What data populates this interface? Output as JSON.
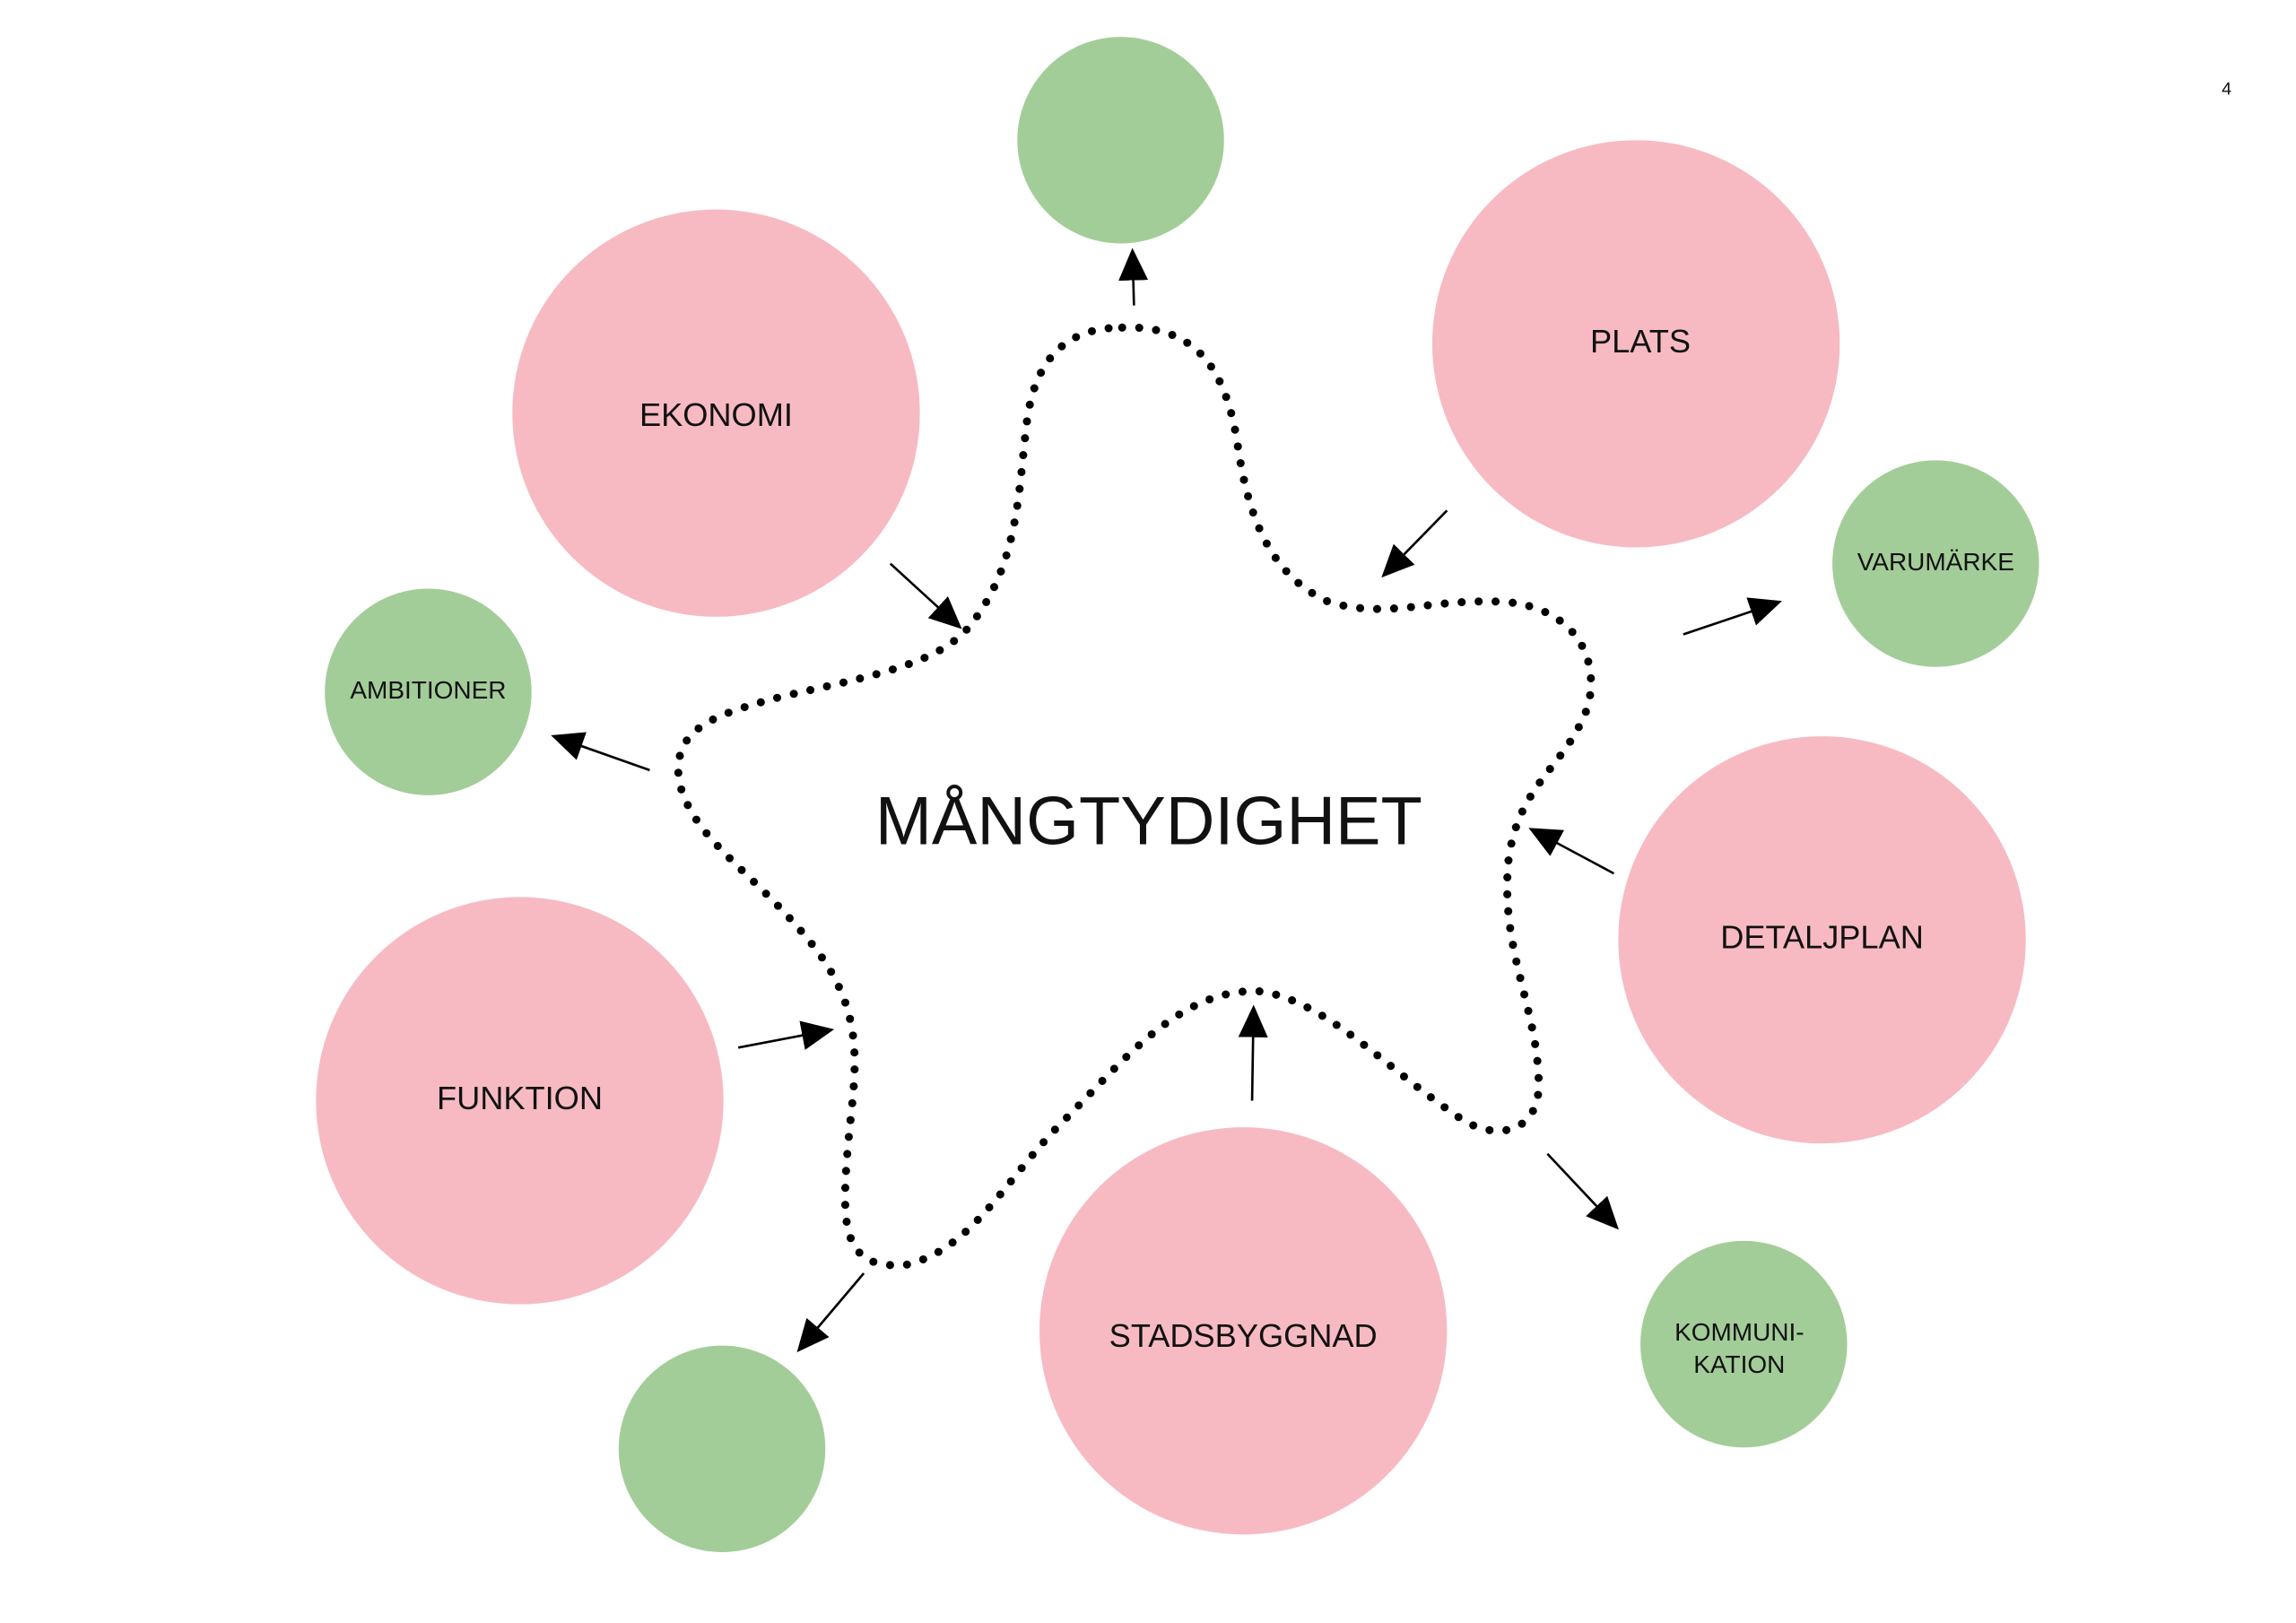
{
  "page_number": "4",
  "title": "MÅNGTYDIGHET",
  "colors": {
    "pink": "#f7bac3",
    "green": "#a3cd98",
    "ink": "#000000"
  },
  "nodes": {
    "ekonomi": "EKONOMI",
    "plats": "PLATS",
    "detaljplan": "DETALJPLAN",
    "funktion": "FUNKTION",
    "stadsbyggnad": "STADSBYGGNAD",
    "varumarke": "VARUMÄRKE",
    "ambitioner": "AMBITIONER",
    "kommunikation_line1": "KOMMUNI-",
    "kommunikation_line2": "KATION"
  }
}
